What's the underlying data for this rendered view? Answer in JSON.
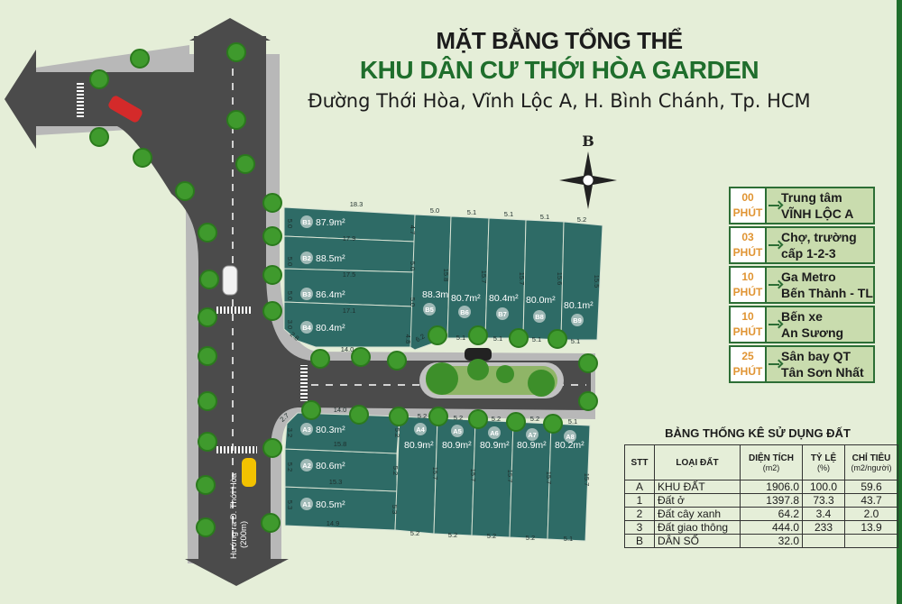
{
  "header": {
    "title_line1": "MẶT BẰNG TỔNG THỂ",
    "title_line2": "KHU DÂN CƯ THỚI HÒA GARDEN",
    "address": "Đường Thới Hòa, Vĩnh Lộc A, H. Bình Chánh, Tp. HCM"
  },
  "compass": {
    "label": "B"
  },
  "road_label": {
    "line1": "Hướng ra Đ. Thới Hòa",
    "line2": "(200m)"
  },
  "colors": {
    "plot": "#2e6b66",
    "road": "#4b4b4b",
    "sidewalk": "#b8b8b8",
    "background": "#e5eed8",
    "brand": "#1f6e2c",
    "minutes": "#e09433"
  },
  "travel": [
    {
      "time": "00",
      "unit": "PHÚT",
      "line1": "Trung tâm",
      "line2": "VĨNH LỘC A"
    },
    {
      "time": "03",
      "unit": "PHÚT",
      "line1": "Chợ, trường",
      "line2": "cấp 1-2-3"
    },
    {
      "time": "10",
      "unit": "PHÚT",
      "line1": "Ga Metro",
      "line2": "Bến Thành - TL"
    },
    {
      "time": "10",
      "unit": "PHÚT",
      "line1": "Bến xe",
      "line2": "An Sương"
    },
    {
      "time": "25",
      "unit": "PHÚT",
      "line1": "Sân bay QT",
      "line2": "Tân Sơn Nhất"
    }
  ],
  "table": {
    "title": "BẢNG THỐNG KÊ SỬ DỤNG ĐẤT",
    "headers": {
      "stt": "STT",
      "type": "LOẠI ĐẤT",
      "area": "DIỆN TÍCH",
      "area_unit": "(m2)",
      "ratio": "TỶ LỆ",
      "ratio_unit": "(%)",
      "quota": "CHỈ TIÊU",
      "quota_unit": "(m2/người)"
    },
    "rows": [
      {
        "stt": "A",
        "type": "KHU ĐẤT",
        "area": "1906.0",
        "ratio": "100.0",
        "quota": "59.6"
      },
      {
        "stt": "1",
        "type": "Đất ở",
        "area": "1397.8",
        "ratio": "73.3",
        "quota": "43.7"
      },
      {
        "stt": "2",
        "type": "Đất cây xanh",
        "area": "64.2",
        "ratio": "3.4",
        "quota": "2.0"
      },
      {
        "stt": "3",
        "type": "Đất giao thông",
        "area": "444.0",
        "ratio": "233",
        "quota": "13.9"
      },
      {
        "stt": "B",
        "type": "DÂN SỐ",
        "area": "32.0",
        "ratio": "",
        "quota": ""
      }
    ]
  },
  "plots": [
    {
      "id": "B1",
      "area": "87.9m²"
    },
    {
      "id": "B2",
      "area": "88.5m²"
    },
    {
      "id": "B3",
      "area": "86.4m²"
    },
    {
      "id": "B4",
      "area": "80.4m²"
    },
    {
      "id": "B5",
      "area": "88.3m²"
    },
    {
      "id": "B6",
      "area": "80.7m²"
    },
    {
      "id": "B7",
      "area": "80.4m²"
    },
    {
      "id": "B8",
      "area": "80.0m²"
    },
    {
      "id": "B9",
      "area": "80.1m²"
    },
    {
      "id": "A1",
      "area": "80.5m²"
    },
    {
      "id": "A2",
      "area": "80.6m²"
    },
    {
      "id": "A3",
      "area": "80.3m²"
    },
    {
      "id": "A4",
      "area": "80.9m²"
    },
    {
      "id": "A5",
      "area": "80.9m²"
    },
    {
      "id": "A6",
      "area": "80.9m²"
    },
    {
      "id": "A7",
      "area": "80.9m²"
    },
    {
      "id": "A8",
      "area": "80.2m²"
    }
  ],
  "dimensions": [
    "18.3",
    "5.0",
    "5.1",
    "5.1",
    "5.1",
    "5.2",
    "5.0",
    "5.0",
    "5.0",
    "3.0",
    "2.8",
    "17.9",
    "17.5",
    "17.1",
    "14.0",
    "4.7",
    "5.0",
    "5.0",
    "4.8",
    "15.8",
    "15.7",
    "15.7",
    "15.6",
    "15.5",
    "6.2",
    "5.1",
    "5.1",
    "5.1",
    "5.1",
    "2.7",
    "14.0",
    "5.2",
    "5.2",
    "5.2",
    "5.2",
    "5.1",
    "3.2",
    "5.2",
    "5.3",
    "15.8",
    "15.3",
    "14.9",
    "5.2",
    "5.2",
    "5.3",
    "15.7",
    "15.7",
    "15.7",
    "15.7",
    "15.7",
    "5.2",
    "5.2",
    "5.2",
    "5.2",
    "5.1"
  ]
}
